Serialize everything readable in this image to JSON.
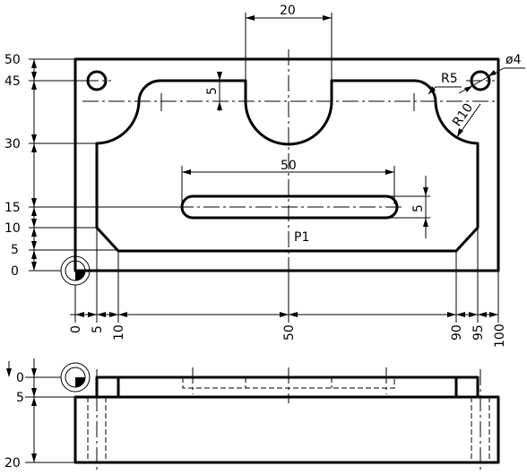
{
  "colors": {
    "line": "#000000",
    "background": "#ffffff"
  },
  "top_view": {
    "y_labels": [
      "50",
      "45",
      "30",
      "15",
      "10",
      "5",
      "0"
    ],
    "x_labels": [
      "0",
      "5",
      "10",
      "50",
      "90",
      "95",
      "100"
    ],
    "dim_top_width": "20",
    "dim_top_depth": "5",
    "dim_slot_length": "50",
    "dim_slot_width": "5",
    "label_r5": "R5",
    "label_r10": "R10",
    "label_hole": "ø4",
    "label_point": "P1"
  },
  "side_view": {
    "y_labels": [
      "0",
      "5",
      "20"
    ]
  }
}
